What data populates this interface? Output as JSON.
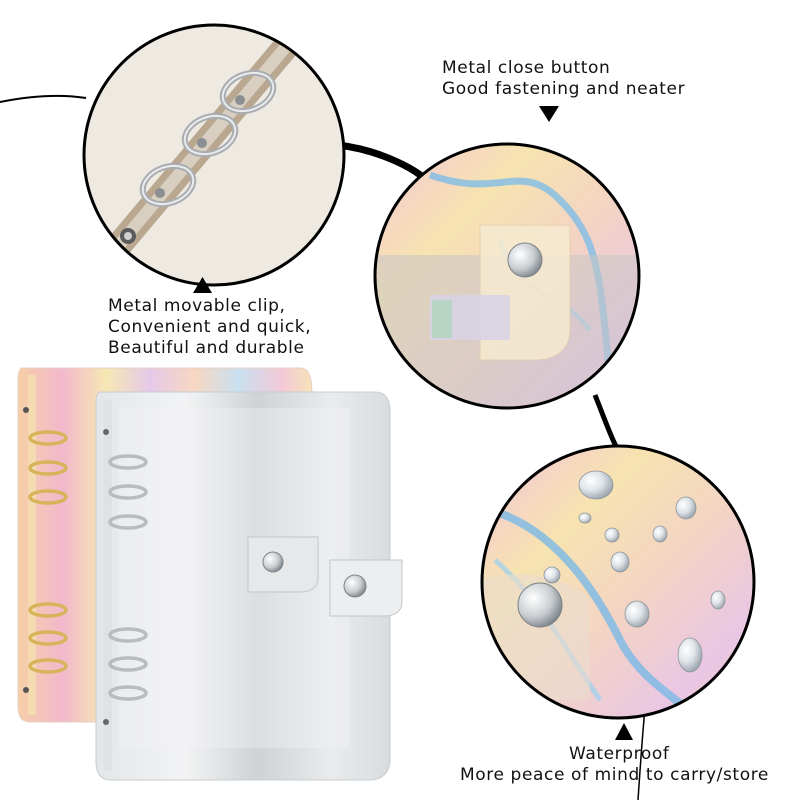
{
  "callouts": {
    "clip": {
      "lines": [
        "Metal movable clip,",
        "Convenient and quick,",
        "Beautiful and durable"
      ],
      "icon": "triangle-up-icon"
    },
    "button": {
      "lines": [
        "Metal close button",
        "Good fastening and neater"
      ],
      "icon": "triangle-down-icon"
    },
    "waterproof": {
      "lines": [
        "Waterproof",
        "More peace of mind to carry/store"
      ],
      "icon": "triangle-up-icon"
    }
  },
  "colors": {
    "holo_pink": "#f4c6d8",
    "holo_gold": "#f3dfa0",
    "holo_blue": "#9fd0ee",
    "frosted": "#d9dde0",
    "ring_metal": "#b8bcc0",
    "ring_gold": "#d7b45a",
    "connector": "#000000"
  }
}
